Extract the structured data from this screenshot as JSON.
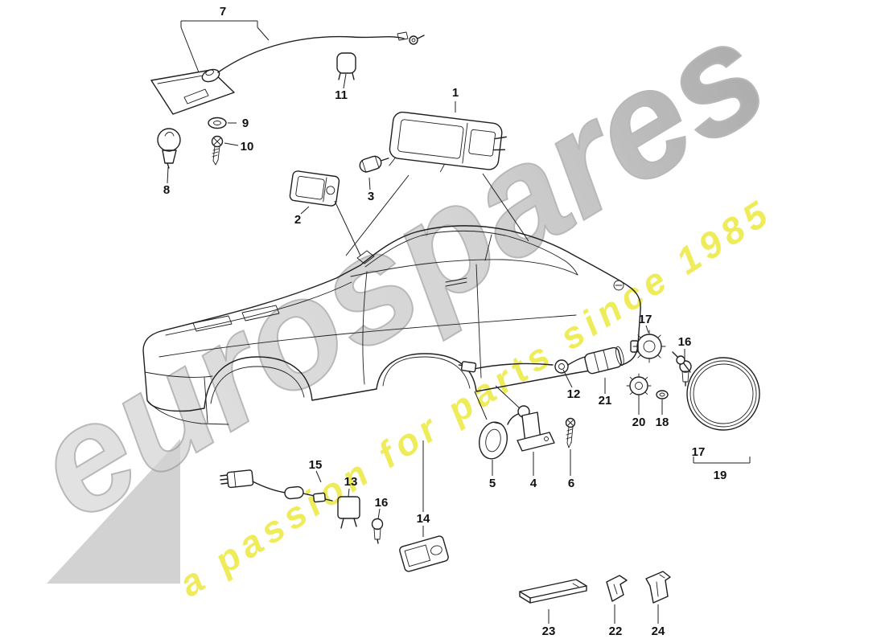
{
  "watermark": {
    "brand": "eurospares",
    "tagline": "a passion for parts since 1985",
    "brand_color": "#c7c7c7",
    "tagline_color": "#ece93f"
  },
  "diagram": {
    "line_color": "#1f1f1f",
    "callouts": {
      "c1": "1",
      "c2": "2",
      "c3": "3",
      "c4": "4",
      "c5": "5",
      "c6": "6",
      "c7": "7",
      "c8": "8",
      "c9": "9",
      "c10": "10",
      "c11": "11",
      "c12": "12",
      "c13": "13",
      "c14": "14",
      "c15": "15",
      "c16_upper": "16",
      "c16_lower": "16",
      "c17_upper": "17",
      "c17_reflector": "17",
      "c18": "18",
      "c19": "19",
      "c20": "20",
      "c21": "21",
      "c22": "22",
      "c23": "23",
      "c24": "24"
    }
  }
}
